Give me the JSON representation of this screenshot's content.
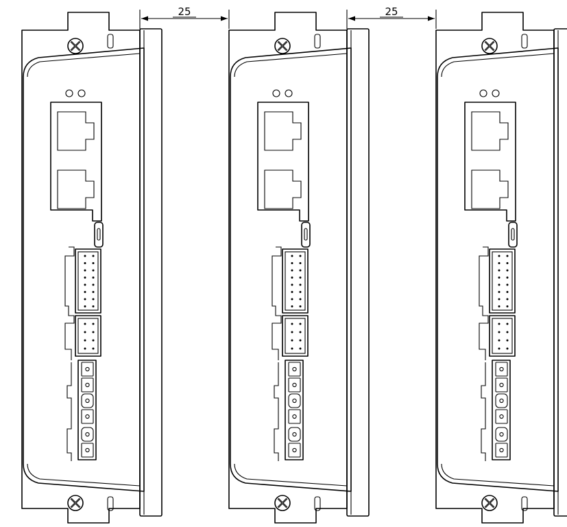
{
  "drawing": {
    "unit_count": 3,
    "dimensions": [
      {
        "value": "25"
      },
      {
        "value": "25"
      }
    ]
  }
}
